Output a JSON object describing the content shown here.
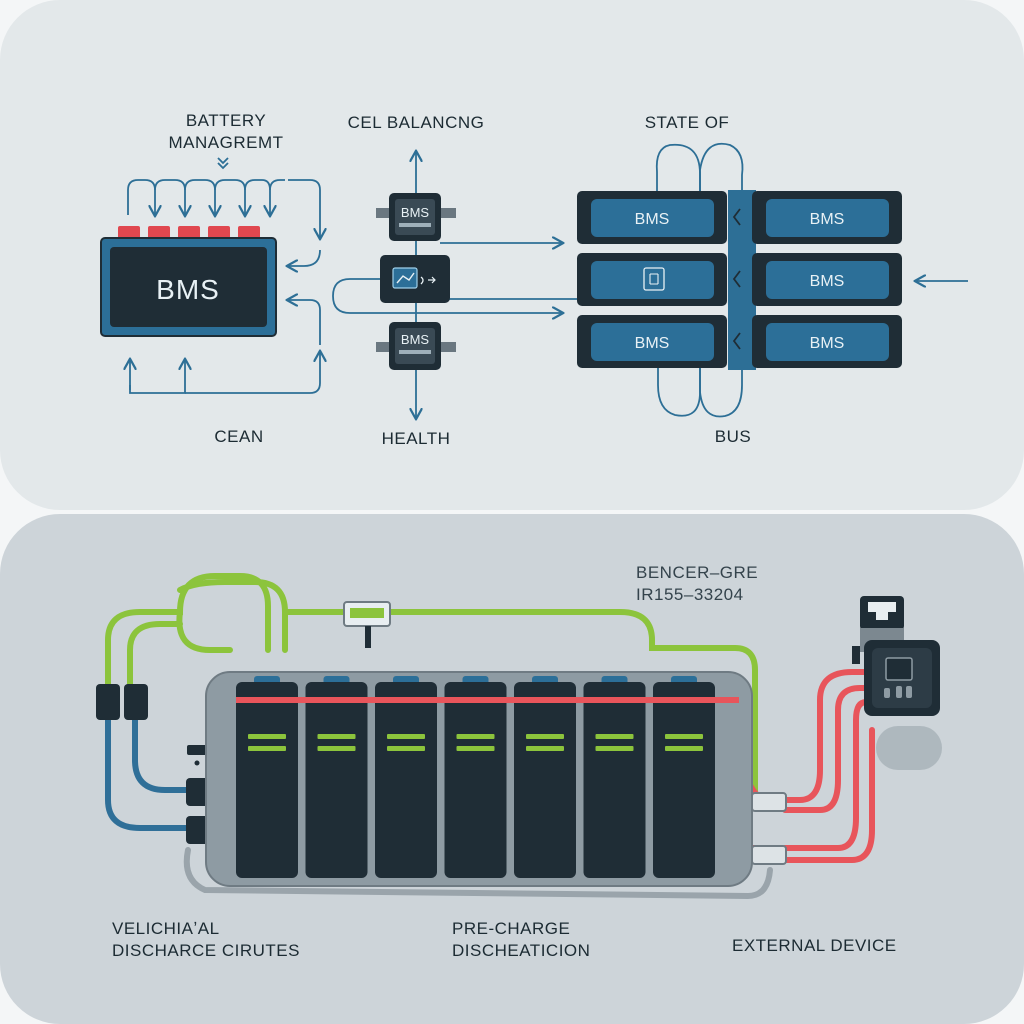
{
  "top": {
    "labels": {
      "battery_management": [
        "BATTERY",
        "MANAGREMT"
      ],
      "cell_balancing": "CEL BALANCNG",
      "state_of": "STATE OF",
      "clean": "CEAN",
      "health": "HEALTH",
      "bus": "BUS"
    },
    "main_bms": "BMS",
    "chain_modules": [
      "BMS",
      "BMS"
    ],
    "grid_modules": [
      [
        "BMS",
        "BMS"
      ],
      [
        "",
        "BMS"
      ],
      [
        "BMS",
        "BMS"
      ]
    ]
  },
  "bottom": {
    "labels": {
      "part_id": [
        "BENCER–GRE",
        "IR155–33204"
      ],
      "discharge": [
        "VELICHIAʼAL",
        "DISCHARCE CIRUTES"
      ],
      "precharge": [
        "PRE-CHARGE",
        "DISCHEATICION"
      ],
      "external_device": "EXTERNAL DEVICE"
    },
    "cell_count": 7
  },
  "colors": {
    "dark_navy": "#1f2d36",
    "blue": "#2d6f96",
    "line_blue": "#2d6f96",
    "red": "#e8555b",
    "green": "#8cc43c",
    "gray_line": "#9aa4ab"
  }
}
